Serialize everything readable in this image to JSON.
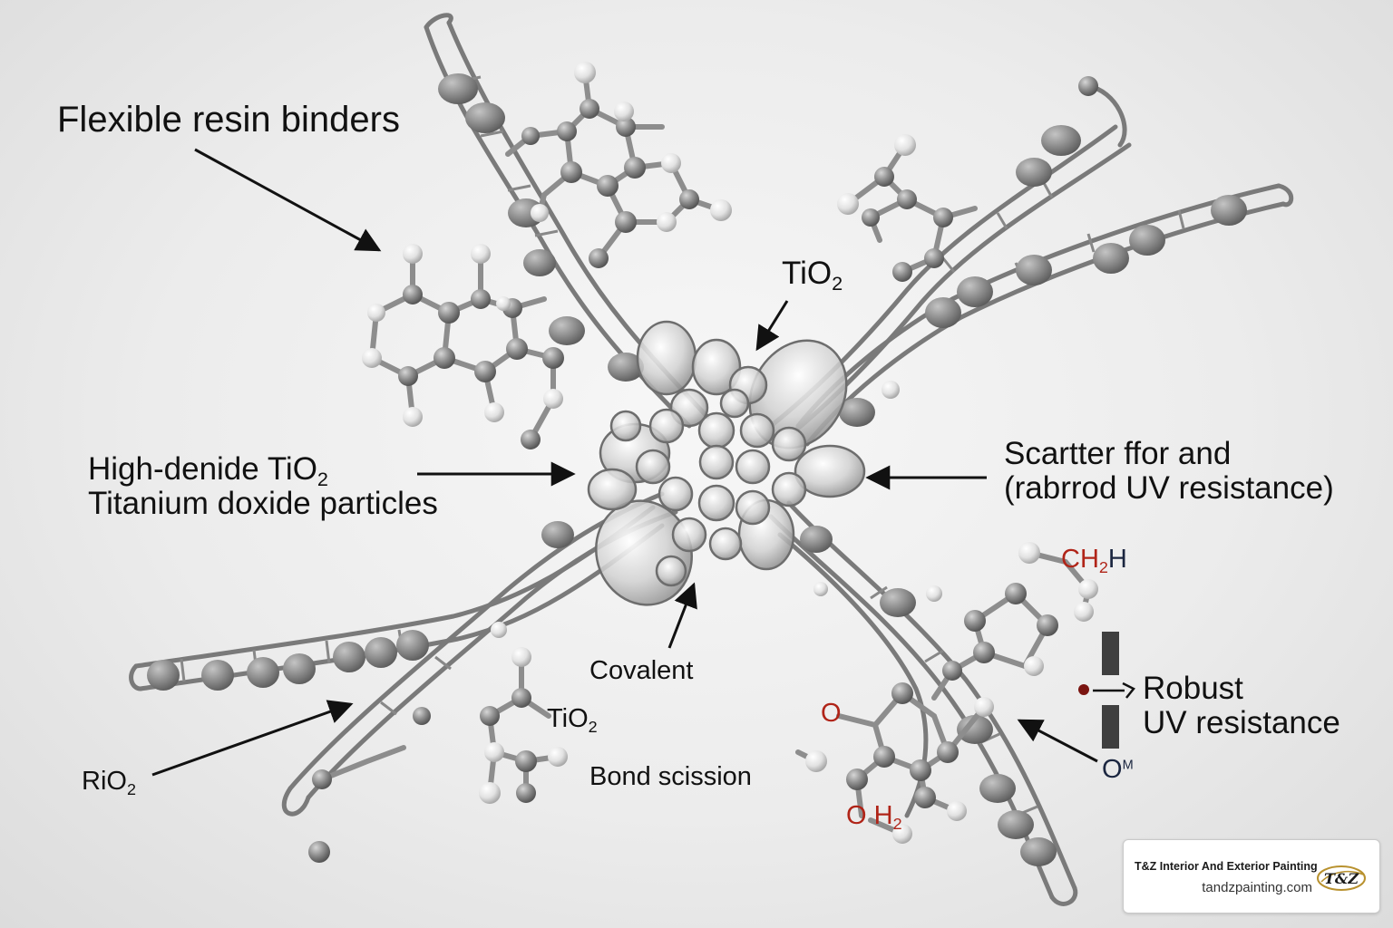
{
  "labels": {
    "flexible_resin": "Flexible resin binders",
    "tio2_top_main": "TiO",
    "tio2_top_sub": "2",
    "high_denide_line1_main": "High-denide TiO",
    "high_denide_line1_sub": "2",
    "high_denide_line2": "Titanium doxide particles",
    "scatter_line1": "Scartter ffor and",
    "scatter_line2": "(rabrrod UV resistance)",
    "covalent": "Covalent",
    "tio2_lower_main": "TiO",
    "tio2_lower_sub": "2",
    "bond_scission": "Bond scission",
    "rio2_main": "RiO",
    "rio2_sub": "2",
    "ch2h_c": "C",
    "ch2h_h": "H",
    "ch2h_sub": "2",
    "ch2h_tail": "H",
    "robust_line1": "Robust",
    "robust_line2": "UV resistance",
    "om_main": "O",
    "om_sup": "M",
    "atom_o_upper": "O",
    "oh2_o": "O",
    "oh2_h": "H",
    "oh2_sub": "2"
  },
  "watermark": {
    "company": "T&Z Interior And Exterior Painting",
    "url": "tandzpainting.com",
    "logo_text": "T&Z"
  },
  "colors": {
    "strand": "#7a7a7a",
    "atom": "#8a8a8a",
    "atom_light": "#e6e6e6",
    "crystal": "#d9d9d9",
    "red_label": "#b02418",
    "navy_label": "#1b2640",
    "background": "#ececec"
  }
}
